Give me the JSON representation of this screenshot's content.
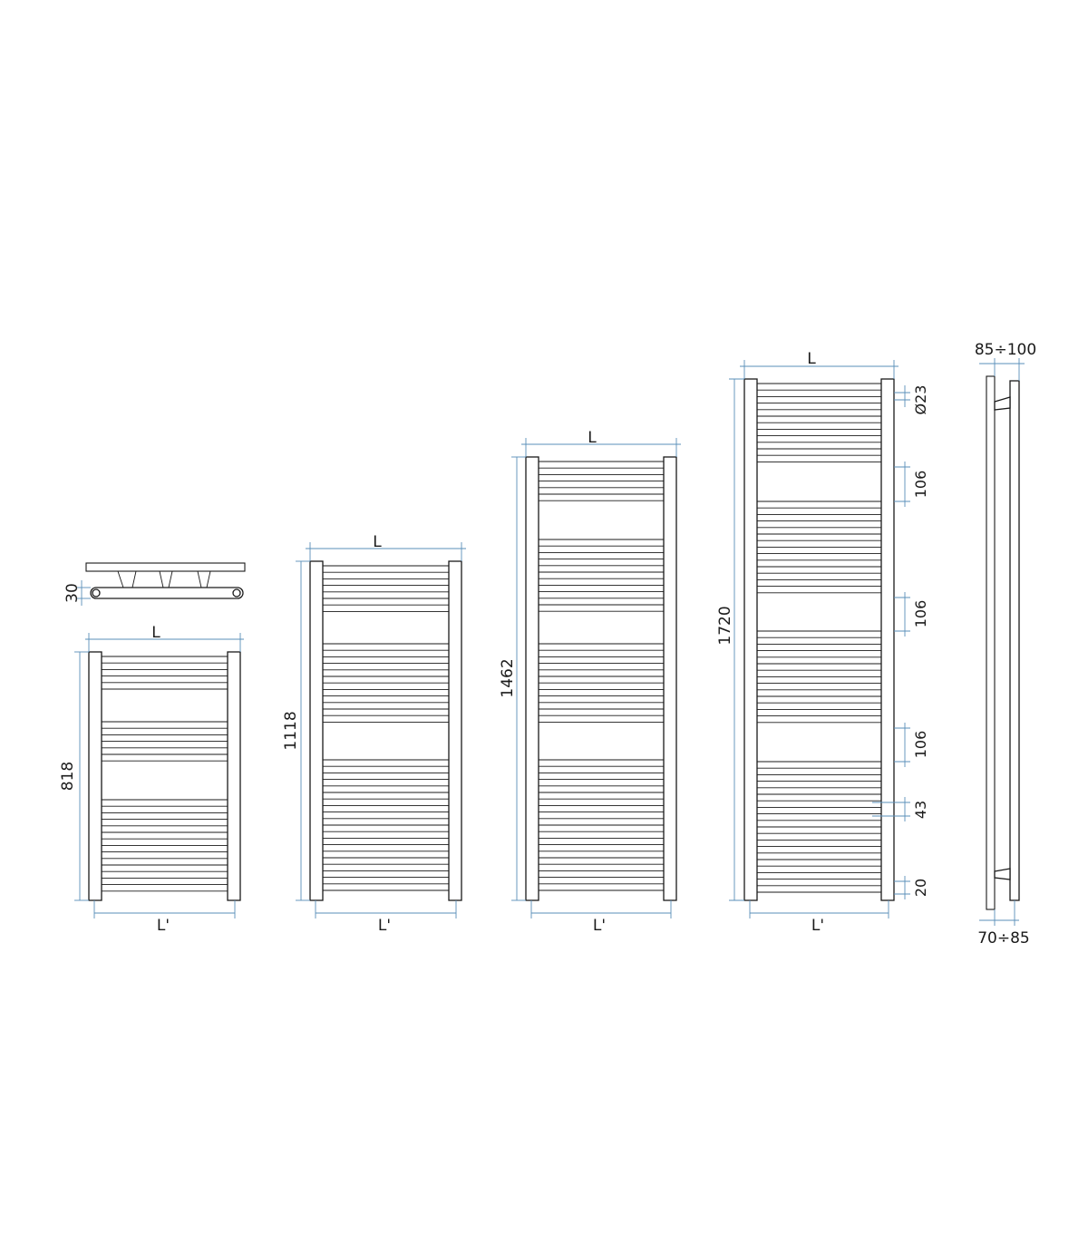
{
  "dimensions": {
    "width_label": "L",
    "centers_label": "L'",
    "depth_label": "30",
    "heights": [
      "818",
      "1118",
      "1462",
      "1720"
    ],
    "pipe_diameter": "Ø23",
    "gap_a": "106",
    "gap_b": "106",
    "gap_c": "106",
    "spacing_43": "43",
    "bottom_20": "20",
    "wall_distance_top": "85÷100",
    "wall_distance_bottom": "70÷85"
  },
  "colors": {
    "line": "#1a1a1a",
    "dimension": "#5a8fb8"
  }
}
